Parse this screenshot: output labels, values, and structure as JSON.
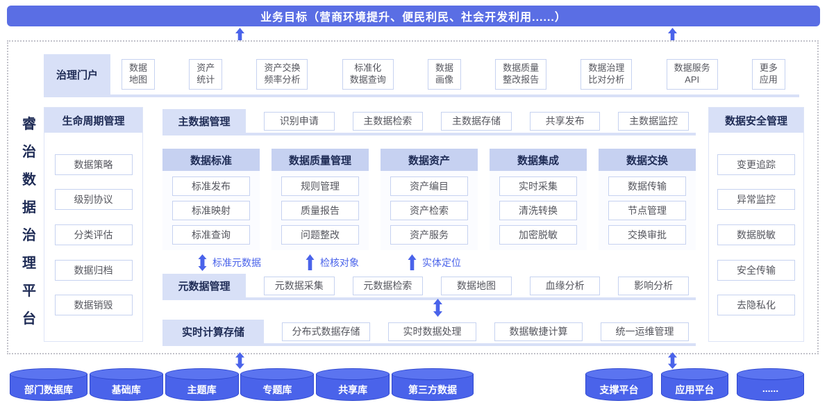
{
  "banner": {
    "title": "业务目标（营商环境提升、便民利民、社会开发利用......）"
  },
  "platform": {
    "title_chars": [
      "睿",
      "治",
      "数",
      "据",
      "治",
      "理",
      "平",
      "台"
    ]
  },
  "portal": {
    "title": "治理门户",
    "items": [
      {
        "l1": "数据",
        "l2": "地图"
      },
      {
        "l1": "资产",
        "l2": "统计"
      },
      {
        "l1": "资产交换",
        "l2": "频率分析"
      },
      {
        "l1": "标准化",
        "l2": "数据查询"
      },
      {
        "l1": "数据",
        "l2": "画像"
      },
      {
        "l1": "数据质量",
        "l2": "整改报告"
      },
      {
        "l1": "数据治理",
        "l2": "比对分析"
      },
      {
        "l1": "数据服务",
        "l2": "API"
      },
      {
        "l1": "更多",
        "l2": "应用"
      }
    ]
  },
  "lifecycle": {
    "title": "生命周期管理",
    "items": [
      "数据策略",
      "级别协议",
      "分类评估",
      "数据归档",
      "数据销毁"
    ]
  },
  "master_data": {
    "title": "主数据管理",
    "items": [
      "识别申请",
      "主数据检索",
      "主数据存储",
      "共享发布",
      "主数据监控"
    ]
  },
  "columns": [
    {
      "title": "数据标准",
      "items": [
        "标准发布",
        "标准映射",
        "标准查询"
      ]
    },
    {
      "title": "数据质量管理",
      "items": [
        "规则管理",
        "质量报告",
        "问题整改"
      ]
    },
    {
      "title": "数据资产",
      "items": [
        "资产编目",
        "资产检索",
        "资产服务"
      ]
    },
    {
      "title": "数据集成",
      "items": [
        "实时采集",
        "清洗转换",
        "加密脱敏"
      ]
    },
    {
      "title": "数据交换",
      "items": [
        "数据传输",
        "节点管理",
        "交换审批"
      ]
    }
  ],
  "flow": {
    "items": [
      {
        "label": "标准元数据",
        "arrow": "double-arrow"
      },
      {
        "label": "检核对象",
        "arrow": "up-arrow"
      },
      {
        "label": "实体定位",
        "arrow": "up-arrow"
      }
    ]
  },
  "metadata": {
    "title": "元数据管理",
    "items": [
      "元数据采集",
      "元数据检索",
      "数据地图",
      "血缘分析",
      "影响分析"
    ]
  },
  "realtime": {
    "title": "实时计算存储",
    "items": [
      "分布式数据存储",
      "实时数据处理",
      "数据敏捷计算",
      "统一运维管理"
    ]
  },
  "security": {
    "title": "数据安全管理",
    "items": [
      "变更追踪",
      "异常监控",
      "数据脱敏",
      "安全传输",
      "去隐私化"
    ]
  },
  "databases": {
    "left": [
      "部门数据库",
      "基础库",
      "主题库",
      "专题库",
      "共享库",
      "第三方数据"
    ],
    "right": [
      "支撑平台",
      "应用平台",
      "......"
    ]
  },
  "colors": {
    "banner_bg": "#5a6ee4",
    "accent_blue": "#4a63ea",
    "header_bg": "#d8e0f7",
    "column_header_bg": "#c6d1f1",
    "cylinder_fill": "#4a63ea",
    "cylinder_stroke": "#2e47cf",
    "navy_text": "#1e2b55"
  }
}
